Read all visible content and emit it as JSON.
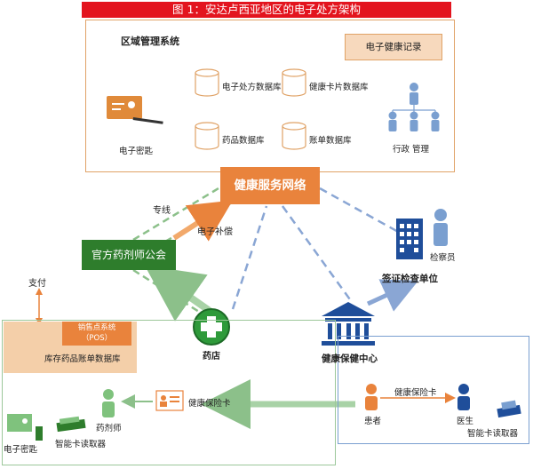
{
  "title": "图 1：安达卢西亚地区的电子处方架构",
  "regional_system": {
    "label": "区域管理系统",
    "ehr_label": "电子健康记录",
    "e_key_label": "电子密匙",
    "databases": {
      "eprescription": "电子处方数据库",
      "health_card": "健康卡片数据库",
      "drug": "药品数据库",
      "billing": "账单数据库"
    },
    "admin_label": "行政 管理"
  },
  "health_service_network": "健康服务网络",
  "dedicated_line": "专线",
  "e_compensation": "电子补偿",
  "official_pharmacists_association": "官方药剂师公会",
  "payment": "支付",
  "inspection_unit": {
    "label": "签证检查单位",
    "inspector_label": "检察员"
  },
  "pharmacy": {
    "pos_label": "销售点系统\n（POS）",
    "inventory_db_label": "库存药品账单数据库",
    "pharmacy_label": "药店",
    "pharmacist_label": "药剂师",
    "health_card_label": "健康保险卡",
    "e_key_label": "电子密匙",
    "card_reader_label": "智能卡读取器"
  },
  "health_center": {
    "label": "健康保健中心",
    "patient_label": "患者",
    "doctor_label": "医生",
    "card_label": "健康保险卡",
    "card_reader_label": "智能卡读取器"
  },
  "colors": {
    "title_red": "#e3141e",
    "network_orange": "#e9833c",
    "association_green": "#2e7d2c",
    "health_blue": "#1f4e9a",
    "db_border": "#e0a266",
    "person_blue": "#7a9fd0"
  }
}
